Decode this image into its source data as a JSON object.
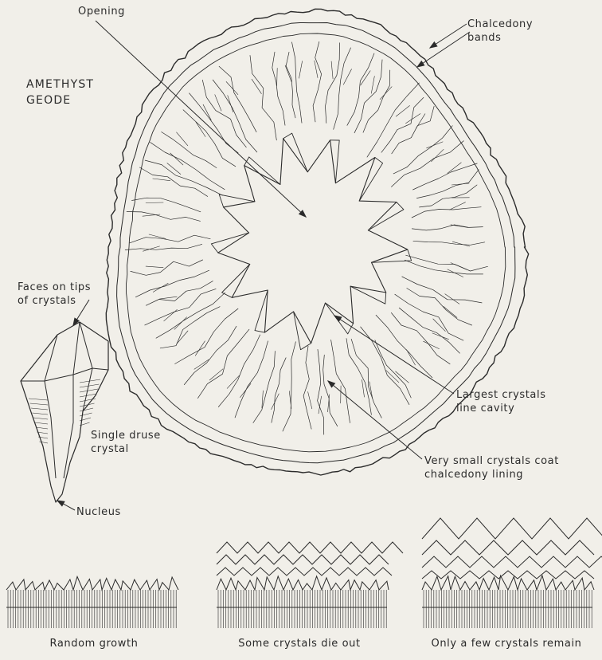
{
  "title": "AMETHYST\nGEODE",
  "labels": {
    "opening": "Opening",
    "chalcedony_bands": "Chalcedony\nbands",
    "faces": "Faces on tips\nof crystals",
    "single_druse": "Single druse\ncrystal",
    "nucleus": "Nucleus",
    "largest": "Largest crystals\nline cavity",
    "small": "Very small crystals coat\nchalcedony lining"
  },
  "stages": [
    {
      "caption": "Random growth"
    },
    {
      "caption": "Some crystals die out"
    },
    {
      "caption": "Only a few crystals remain"
    }
  ],
  "colors": {
    "ink": "#2b2b2b",
    "paper": "#f1efe9"
  }
}
